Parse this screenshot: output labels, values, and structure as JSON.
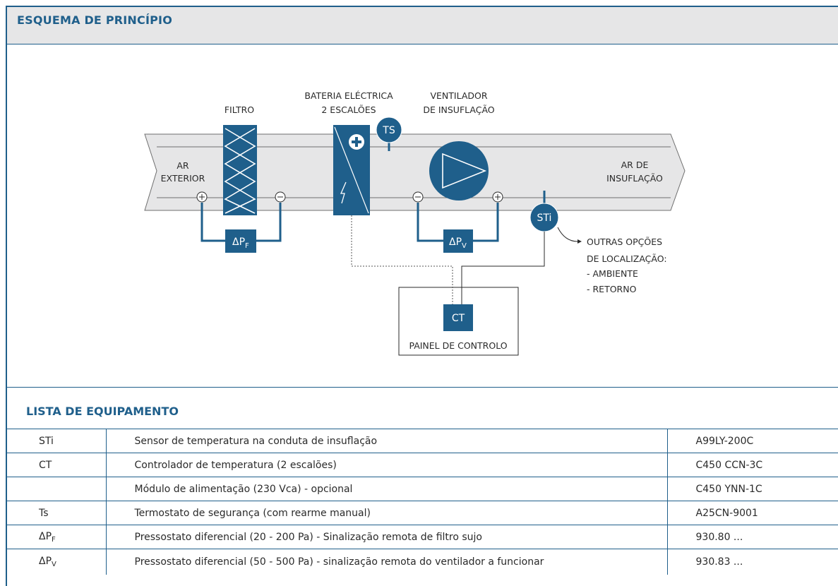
{
  "schema": {
    "title": "ESQUEMA DE PRINCÍPIO",
    "labels": {
      "filtro": "FILTRO",
      "bateria_line1": "BATERIA ELÉCTRICA",
      "bateria_line2": "2 ESCALÕES",
      "ventilador_line1": "VENTILADOR",
      "ventilador_line2": "DE INSUFLAÇÃO",
      "ar_exterior_line1": "AR",
      "ar_exterior_line2": "EXTERIOR",
      "ar_insuflacao_line1": "AR DE",
      "ar_insuflacao_line2": "INSUFLAÇÃO",
      "outras_line1": "OUTRAS OPÇÕES",
      "outras_line2": "DE LOCALIZAÇÃO:",
      "outras_line3": "- AMBIENTE",
      "outras_line4": "- RETORNO",
      "painel": "PAINEL DE CONTROLO"
    },
    "sensors": {
      "ts": "TS",
      "sti": "STi",
      "ct": "CT",
      "dpf_main": "ΔP",
      "dpf_sub": "F",
      "dpv_main": "ΔP",
      "dpv_sub": "V"
    },
    "colors": {
      "accent": "#1f5f8b",
      "duct": "#e6e6e7",
      "header_bg": "#e6e6e7"
    }
  },
  "equipment": {
    "title": "LISTA DE EQUIPAMENTO",
    "rows": [
      {
        "code": "STi",
        "code_sub": "",
        "description": "Sensor de temperatura na conduta de insuflação",
        "reference": "A99LY-200C"
      },
      {
        "code": "CT",
        "code_sub": "",
        "description": "Controlador de temperatura (2 escalões)",
        "reference": "C450 CCN-3C"
      },
      {
        "code": "",
        "code_sub": "",
        "description": "Módulo de alimentação (230 Vca) - opcional",
        "reference": "C450 YNN-1C"
      },
      {
        "code": "Ts",
        "code_sub": "",
        "description": "Termostato de segurança (com rearme manual)",
        "reference": "A25CN-9001"
      },
      {
        "code": "ΔP",
        "code_sub": "F",
        "description": "Pressostato diferencial (20 - 200 Pa) - Sinalização remota de filtro sujo",
        "reference": "930.80 ..."
      },
      {
        "code": "ΔP",
        "code_sub": "V",
        "description": "Pressostato diferencial (50 - 500 Pa) - sinalização remota do ventilador a funcionar",
        "reference": "930.83 ..."
      }
    ]
  }
}
